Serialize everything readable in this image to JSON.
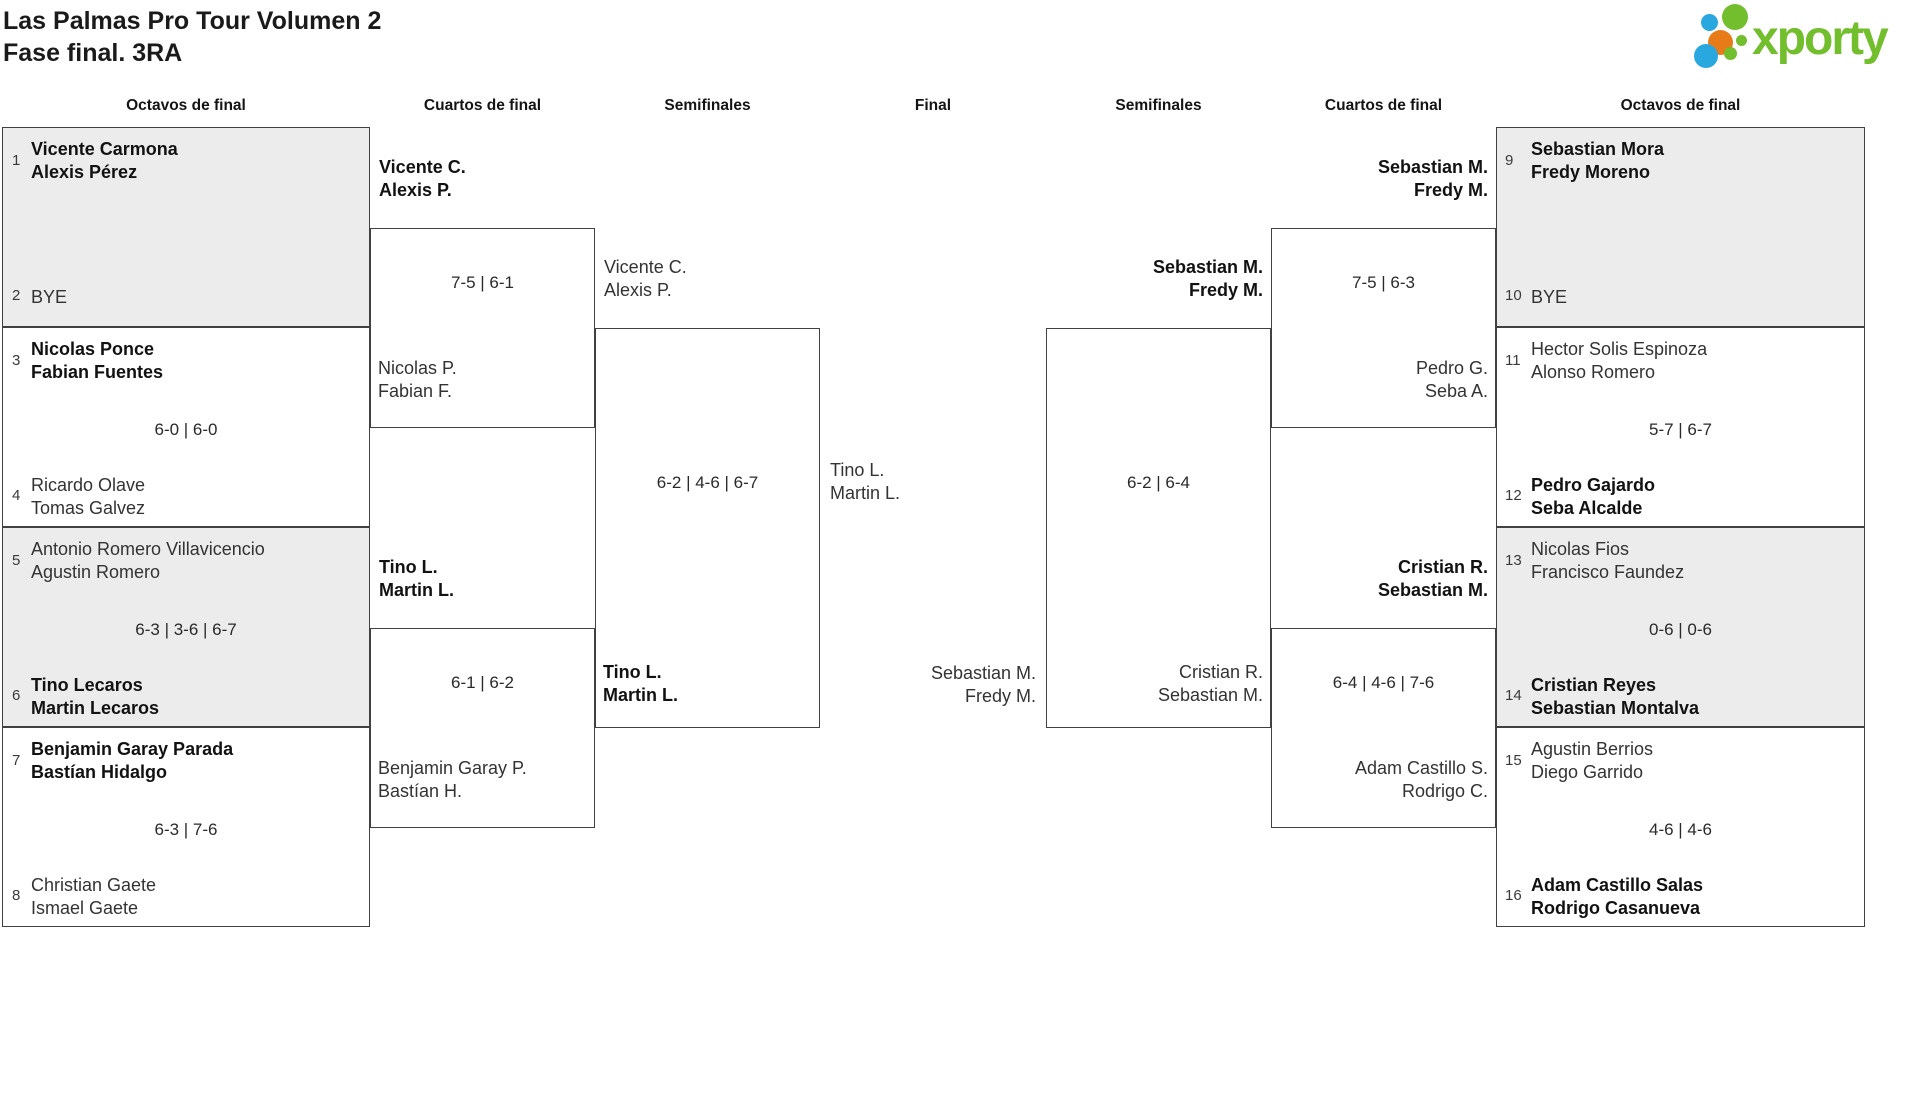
{
  "page": {
    "title": "Las Palmas Pro Tour Volumen 2\nFase final. 3RA"
  },
  "logo": {
    "text": "xporty",
    "colors": {
      "green": "#72be2d",
      "blue": "#29a8e0",
      "orange": "#e77b18"
    }
  },
  "colors": {
    "box_border": "#414141",
    "shaded_box_fill": "#ececec",
    "text": "#222222"
  },
  "round_headers": [
    "Octavos de final",
    "Cuartos de final",
    "Semifinales",
    "Final",
    "Semifinales",
    "Cuartos de final",
    "Octavos de final"
  ],
  "matches": {
    "left_octavos": [
      {
        "top_seed": "1",
        "top_team": "Vicente Carmona\nAlexis Pérez",
        "top_winner": true,
        "score": "",
        "bottom_seed": "2",
        "bottom_team": "BYE",
        "bottom_winner": false,
        "shaded": true
      },
      {
        "top_seed": "3",
        "top_team": "Nicolas Ponce\nFabian Fuentes",
        "top_winner": true,
        "score": "6-0 | 6-0",
        "bottom_seed": "4",
        "bottom_team": "Ricardo Olave\nTomas Galvez",
        "bottom_winner": false,
        "shaded": false
      },
      {
        "top_seed": "5",
        "top_team": "Antonio Romero Villavicencio\nAgustin Romero",
        "top_winner": false,
        "score": "6-3 | 3-6 | 6-7",
        "bottom_seed": "6",
        "bottom_team": "Tino Lecaros\nMartin Lecaros",
        "bottom_winner": true,
        "shaded": true
      },
      {
        "top_seed": "7",
        "top_team": "Benjamin Garay Parada\nBastían Hidalgo",
        "top_winner": true,
        "score": "6-3 | 7-6",
        "bottom_seed": "8",
        "bottom_team": "Christian Gaete\nIsmael Gaete",
        "bottom_winner": false,
        "shaded": false
      }
    ],
    "right_octavos": [
      {
        "top_seed": "9",
        "top_team": "Sebastian Mora\nFredy Moreno",
        "top_winner": true,
        "score": "",
        "bottom_seed": "10",
        "bottom_team": "BYE",
        "bottom_winner": false,
        "shaded": true
      },
      {
        "top_seed": "11",
        "top_team": "Hector Solis Espinoza\nAlonso Romero",
        "top_winner": false,
        "score": "5-7 | 6-7",
        "bottom_seed": "12",
        "bottom_team": "Pedro Gajardo\nSeba Alcalde",
        "bottom_winner": true,
        "shaded": false
      },
      {
        "top_seed": "13",
        "top_team": "Nicolas Fios\nFrancisco Faundez",
        "top_winner": false,
        "score": "0-6 | 0-6",
        "bottom_seed": "14",
        "bottom_team": "Cristian Reyes\nSebastian Montalva",
        "bottom_winner": true,
        "shaded": true
      },
      {
        "top_seed": "15",
        "top_team": "Agustin Berrios\nDiego Garrido",
        "top_winner": false,
        "score": "4-6 | 4-6",
        "bottom_seed": "16",
        "bottom_team": "Adam Castillo Salas\nRodrigo Casanueva",
        "bottom_winner": true,
        "shaded": false
      }
    ],
    "left_quarters": [
      {
        "top_team": "Vicente C.\nAlexis P.",
        "top_winner": true,
        "score": "7-5 | 6-1",
        "bottom_team": "Nicolas P.\nFabian F.",
        "bottom_winner": false
      },
      {
        "top_team": "Tino L.\nMartin L.",
        "top_winner": true,
        "score": "6-1 | 6-2",
        "bottom_team": "Benjamin Garay P.\nBastían H.",
        "bottom_winner": false
      }
    ],
    "right_quarters": [
      {
        "top_team": "Sebastian M.\nFredy M.",
        "top_winner": true,
        "score": "7-5 | 6-3",
        "bottom_team": "Pedro G.\nSeba A.",
        "bottom_winner": false
      },
      {
        "top_team": "Cristian R.\nSebastian M.",
        "top_winner": true,
        "score": "6-4 | 4-6 | 7-6",
        "bottom_team": "Adam Castillo S.\nRodrigo C.",
        "bottom_winner": false
      }
    ],
    "left_semifinal": {
      "top_team": "Vicente C.\nAlexis P.",
      "top_winner": false,
      "score": "6-2 | 4-6 | 6-7",
      "bottom_team": "Tino L.\nMartin L.",
      "bottom_winner": true
    },
    "right_semifinal": {
      "top_team": "Sebastian M.\nFredy M.",
      "top_winner": true,
      "score": "6-2 | 6-4",
      "bottom_team": "Cristian R.\nSebastian M.",
      "bottom_winner": false
    },
    "final": {
      "top_team": "Tino L.\nMartin L.",
      "bottom_team": "Sebastian M.\nFredy M."
    }
  }
}
